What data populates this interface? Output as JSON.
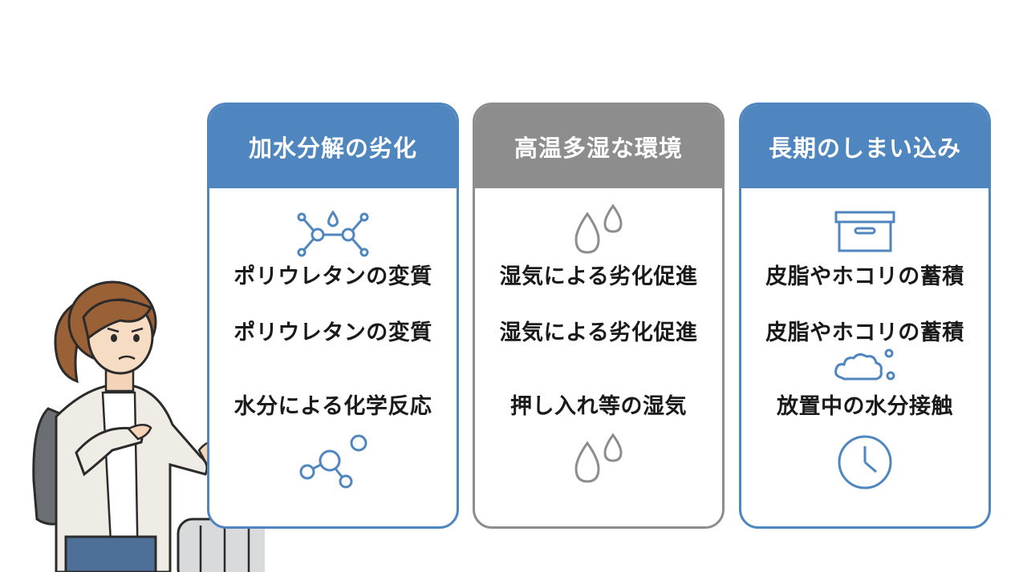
{
  "cards": [
    {
      "title": "加水分解の劣化",
      "lines": [
        "ポリウレタンの変質",
        "ポリウレタンの変質",
        "水分による化学反応"
      ],
      "icons": [
        "molecule-icon",
        "molecule-bubble-icon"
      ]
    },
    {
      "title": "高温多湿な環境",
      "lines": [
        "湿気による劣化促進",
        "湿気による劣化促進",
        "押し入れ等の湿気"
      ],
      "icons": [
        "water-drops-icon",
        "water-drops-icon"
      ]
    },
    {
      "title": "長期のしまい込み",
      "lines": [
        "皮脂やホコリの蓄積",
        "皮脂やホコリの蓄積",
        "放置中の水分接触"
      ],
      "icons": [
        "storage-box-icon",
        "dust-cloud-icon",
        "clock-icon"
      ]
    }
  ],
  "colors": {
    "blue": "#4f86bf",
    "gray": "#8d8d8d"
  }
}
